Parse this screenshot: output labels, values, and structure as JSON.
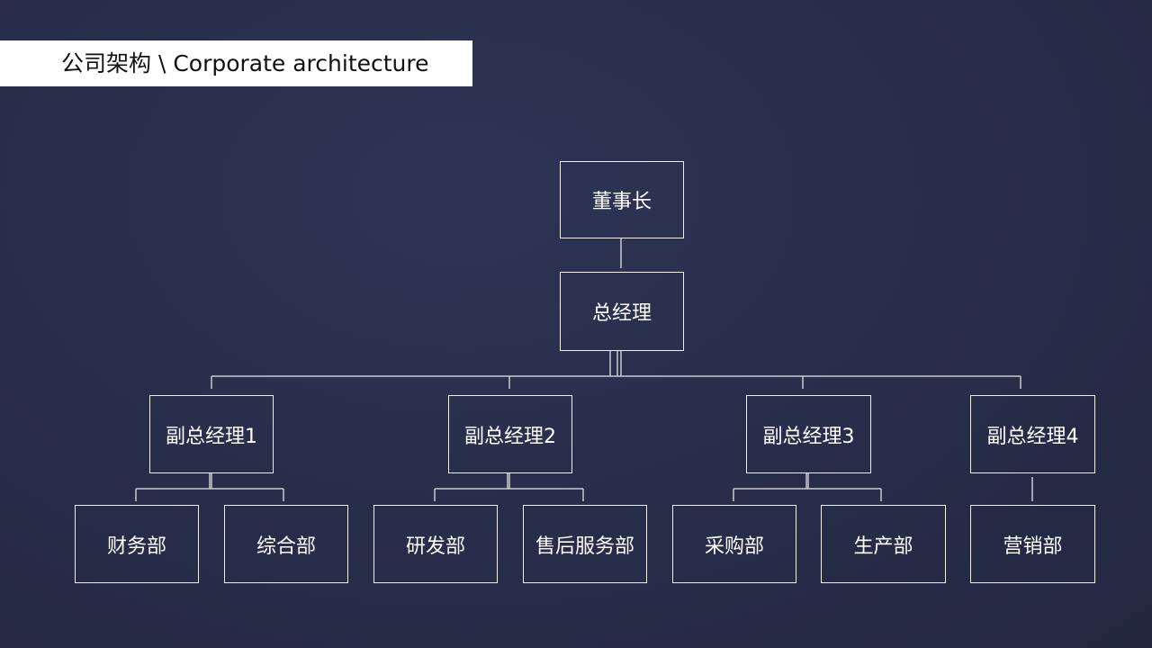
{
  "title": "公司架构 \\ Corporate architecture",
  "chart": {
    "chairman": "董事长",
    "gm": "总经理",
    "vps": [
      {
        "label": "副总经理1",
        "departments": [
          "财务部",
          "综合部"
        ]
      },
      {
        "label": "副总经理2",
        "departments": [
          "研发部",
          "售后服务部"
        ]
      },
      {
        "label": "副总经理3",
        "departments": [
          "采购部",
          "生产部"
        ]
      },
      {
        "label": "副总经理4",
        "departments": [
          "营销部"
        ]
      }
    ]
  }
}
